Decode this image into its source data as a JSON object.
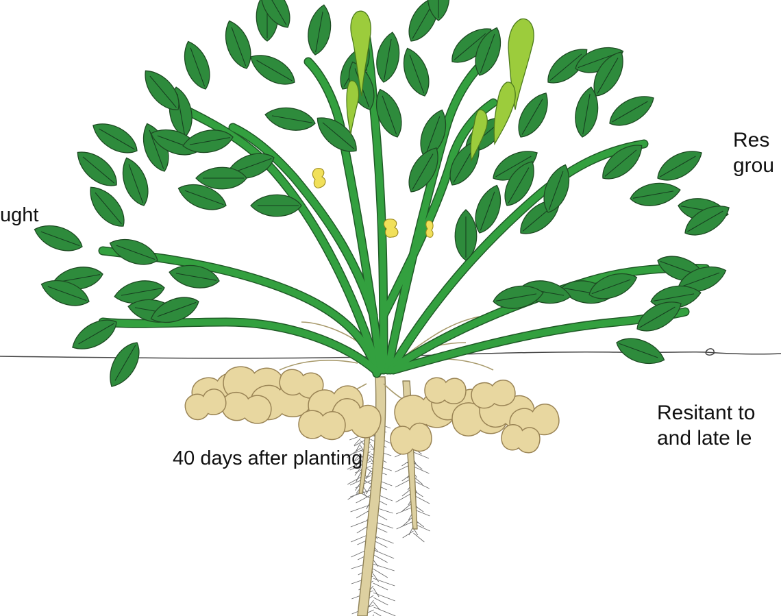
{
  "annotations": {
    "drought": "ught",
    "rosette_line1": "Res",
    "rosette_line2": "grou",
    "leafspot_line1": "Resitant to",
    "leafspot_line2": "and late le",
    "maturity": "40 days after planting"
  },
  "colors": {
    "leaf": "#2e8b3c",
    "leaf_outline": "#1d4a22",
    "stem": "#33a03f",
    "new_shoot": "#9ccc3c",
    "flower": "#f1e05a",
    "pod": "#e8d7a0",
    "pod_outline": "#9a8455",
    "root": "#ddd0a0",
    "root_hair": "#6a6a6a",
    "ground_line": "#444444"
  },
  "icons": [
    "groundnut-plant-illustration"
  ]
}
